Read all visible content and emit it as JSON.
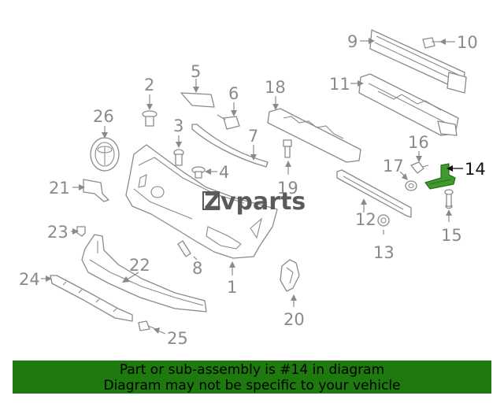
{
  "diagram": {
    "callouts": [
      "1",
      "2",
      "3",
      "4",
      "5",
      "6",
      "7",
      "8",
      "9",
      "10",
      "11",
      "12",
      "13",
      "14",
      "15",
      "16",
      "17",
      "18",
      "19",
      "20",
      "21",
      "22",
      "23",
      "24",
      "25",
      "26"
    ],
    "highlighted_part": "14",
    "highlight_color": "#3f9a2c"
  },
  "watermark": {
    "text": "vparts",
    "prefix": "Z"
  },
  "banner": {
    "line1": "Part or sub-assembly is #14 in diagram",
    "line2": "Diagram may not be specific to your vehicle",
    "background": "#1e7a0e"
  }
}
